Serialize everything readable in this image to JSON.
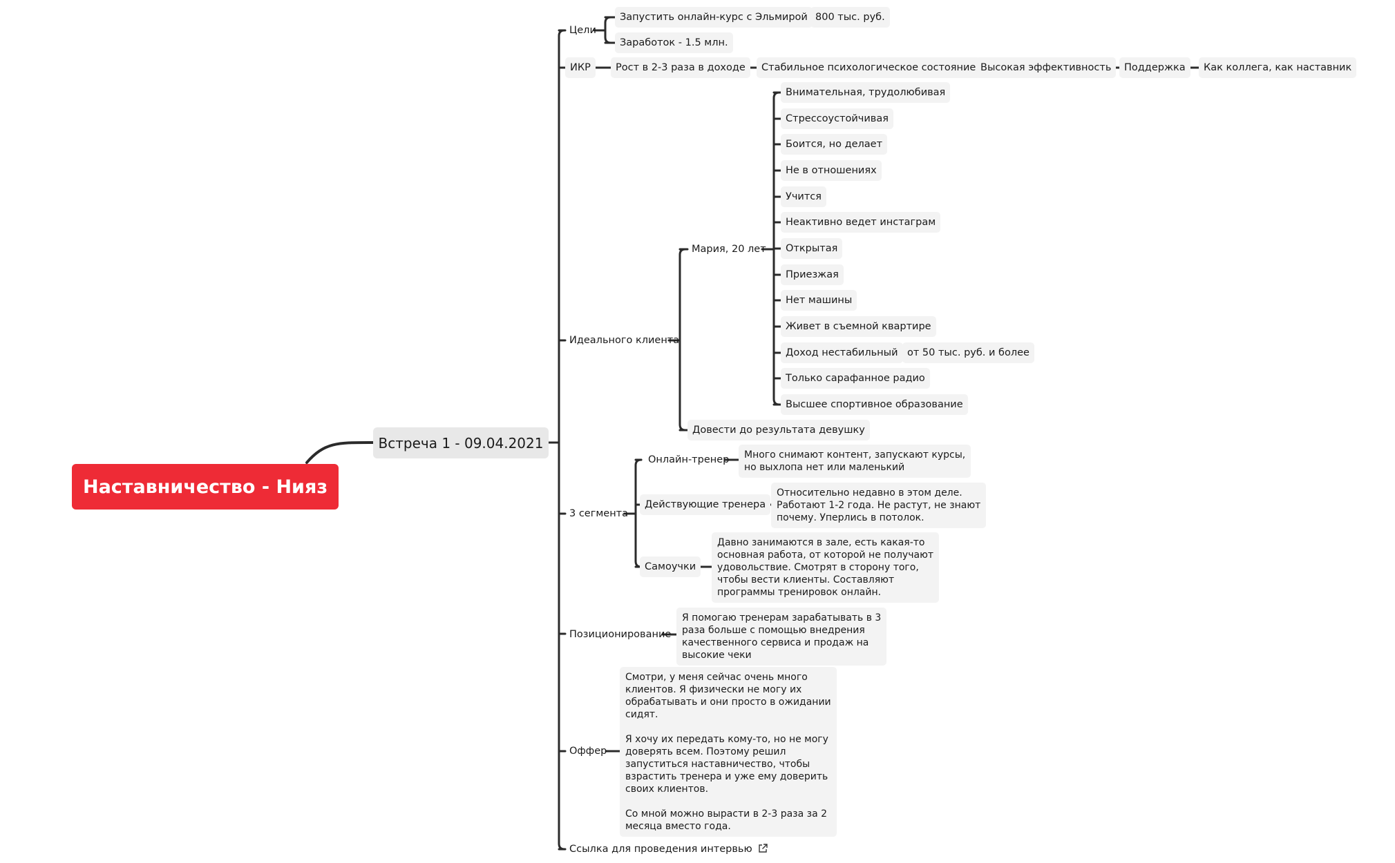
{
  "root": "Наставничество - Нияз",
  "meeting": "Встреча 1 - 09.04.2021",
  "goals": {
    "label": "Цели",
    "course": "Запустить онлайн-курс с Эльмирой",
    "course_sum": "800 тыс. руб.",
    "earnings": "Заработок - 1.5 млн."
  },
  "ikr": {
    "label": "ИКР",
    "chain": [
      "Рост в 2-3 раза в доходе",
      "Стабильное психологическое состояние",
      "Высокая эффективность",
      "Поддержка",
      "Как коллега, как наставник"
    ]
  },
  "ideal": {
    "label": "Идеального клиента",
    "maria": "Мария, 20 лет",
    "traits": [
      "Внимательная, трудолюбивая",
      "Стрессоустойчивая",
      "Боится, но делает",
      "Не в отношениях",
      "Учится",
      "Неактивно ведет инстаграм",
      "Открытая",
      "Приезжая",
      "Нет машины",
      "Живет в съемной квартире",
      "Доход нестабильный",
      "Только сарафанное радио",
      "Высшее спортивное образование"
    ],
    "income_detail": "от 50 тыс. руб. и более",
    "result": "Довести до результата девушку"
  },
  "segments": {
    "label": "3 сегмента",
    "online": "Онлайн-тренер",
    "online_desc": "Много снимают контент, запускают курсы,\nно выхлопа нет или маленький",
    "active": "Действующие тренера",
    "active_desc": "Относительно недавно в этом деле.\nРаботают 1-2 года. Не растут, не знают\nпочему. Уперлись в потолок.",
    "self": "Самоучки",
    "self_desc": "Давно занимаются в зале, есть какая-то\nосновная работа, от которой не получают\nудовольствие. Смотрят в сторону того,\nчтобы вести клиенты. Составляют\nпрограммы тренировок онлайн."
  },
  "positioning": {
    "label": "Позиционирование",
    "desc": "Я помогаю тренерам зарабатывать в 3\nраза больше с помощью внедрения\nкачественного сервиса и продаж на\nвысокие чеки"
  },
  "offer": {
    "label": "Оффер",
    "desc": "Смотри, у меня сейчас очень много\nклиентов. Я физически не могу их\nобрабатывать и они просто в ожидании\nсидят.\n\nЯ хочу их передать кому-то, но не могу\nдоверять всем. Поэтому решил\nзапуститься наставничество, чтобы\nвзрастить тренера и уже ему доверить\nсвоих клиентов.\n\nСо мной можно вырасти в 2-3 раза за 2\nмесяца вместо года."
  },
  "interview_link": "Ссылка для проведения интервью",
  "icons": {
    "external_link": "external-link-icon"
  },
  "colors": {
    "root_bg": "#ee2b36",
    "line": "#2b2b2b",
    "node_bg": "#f3f3f3",
    "meeting_bg": "#e8e8e8"
  }
}
